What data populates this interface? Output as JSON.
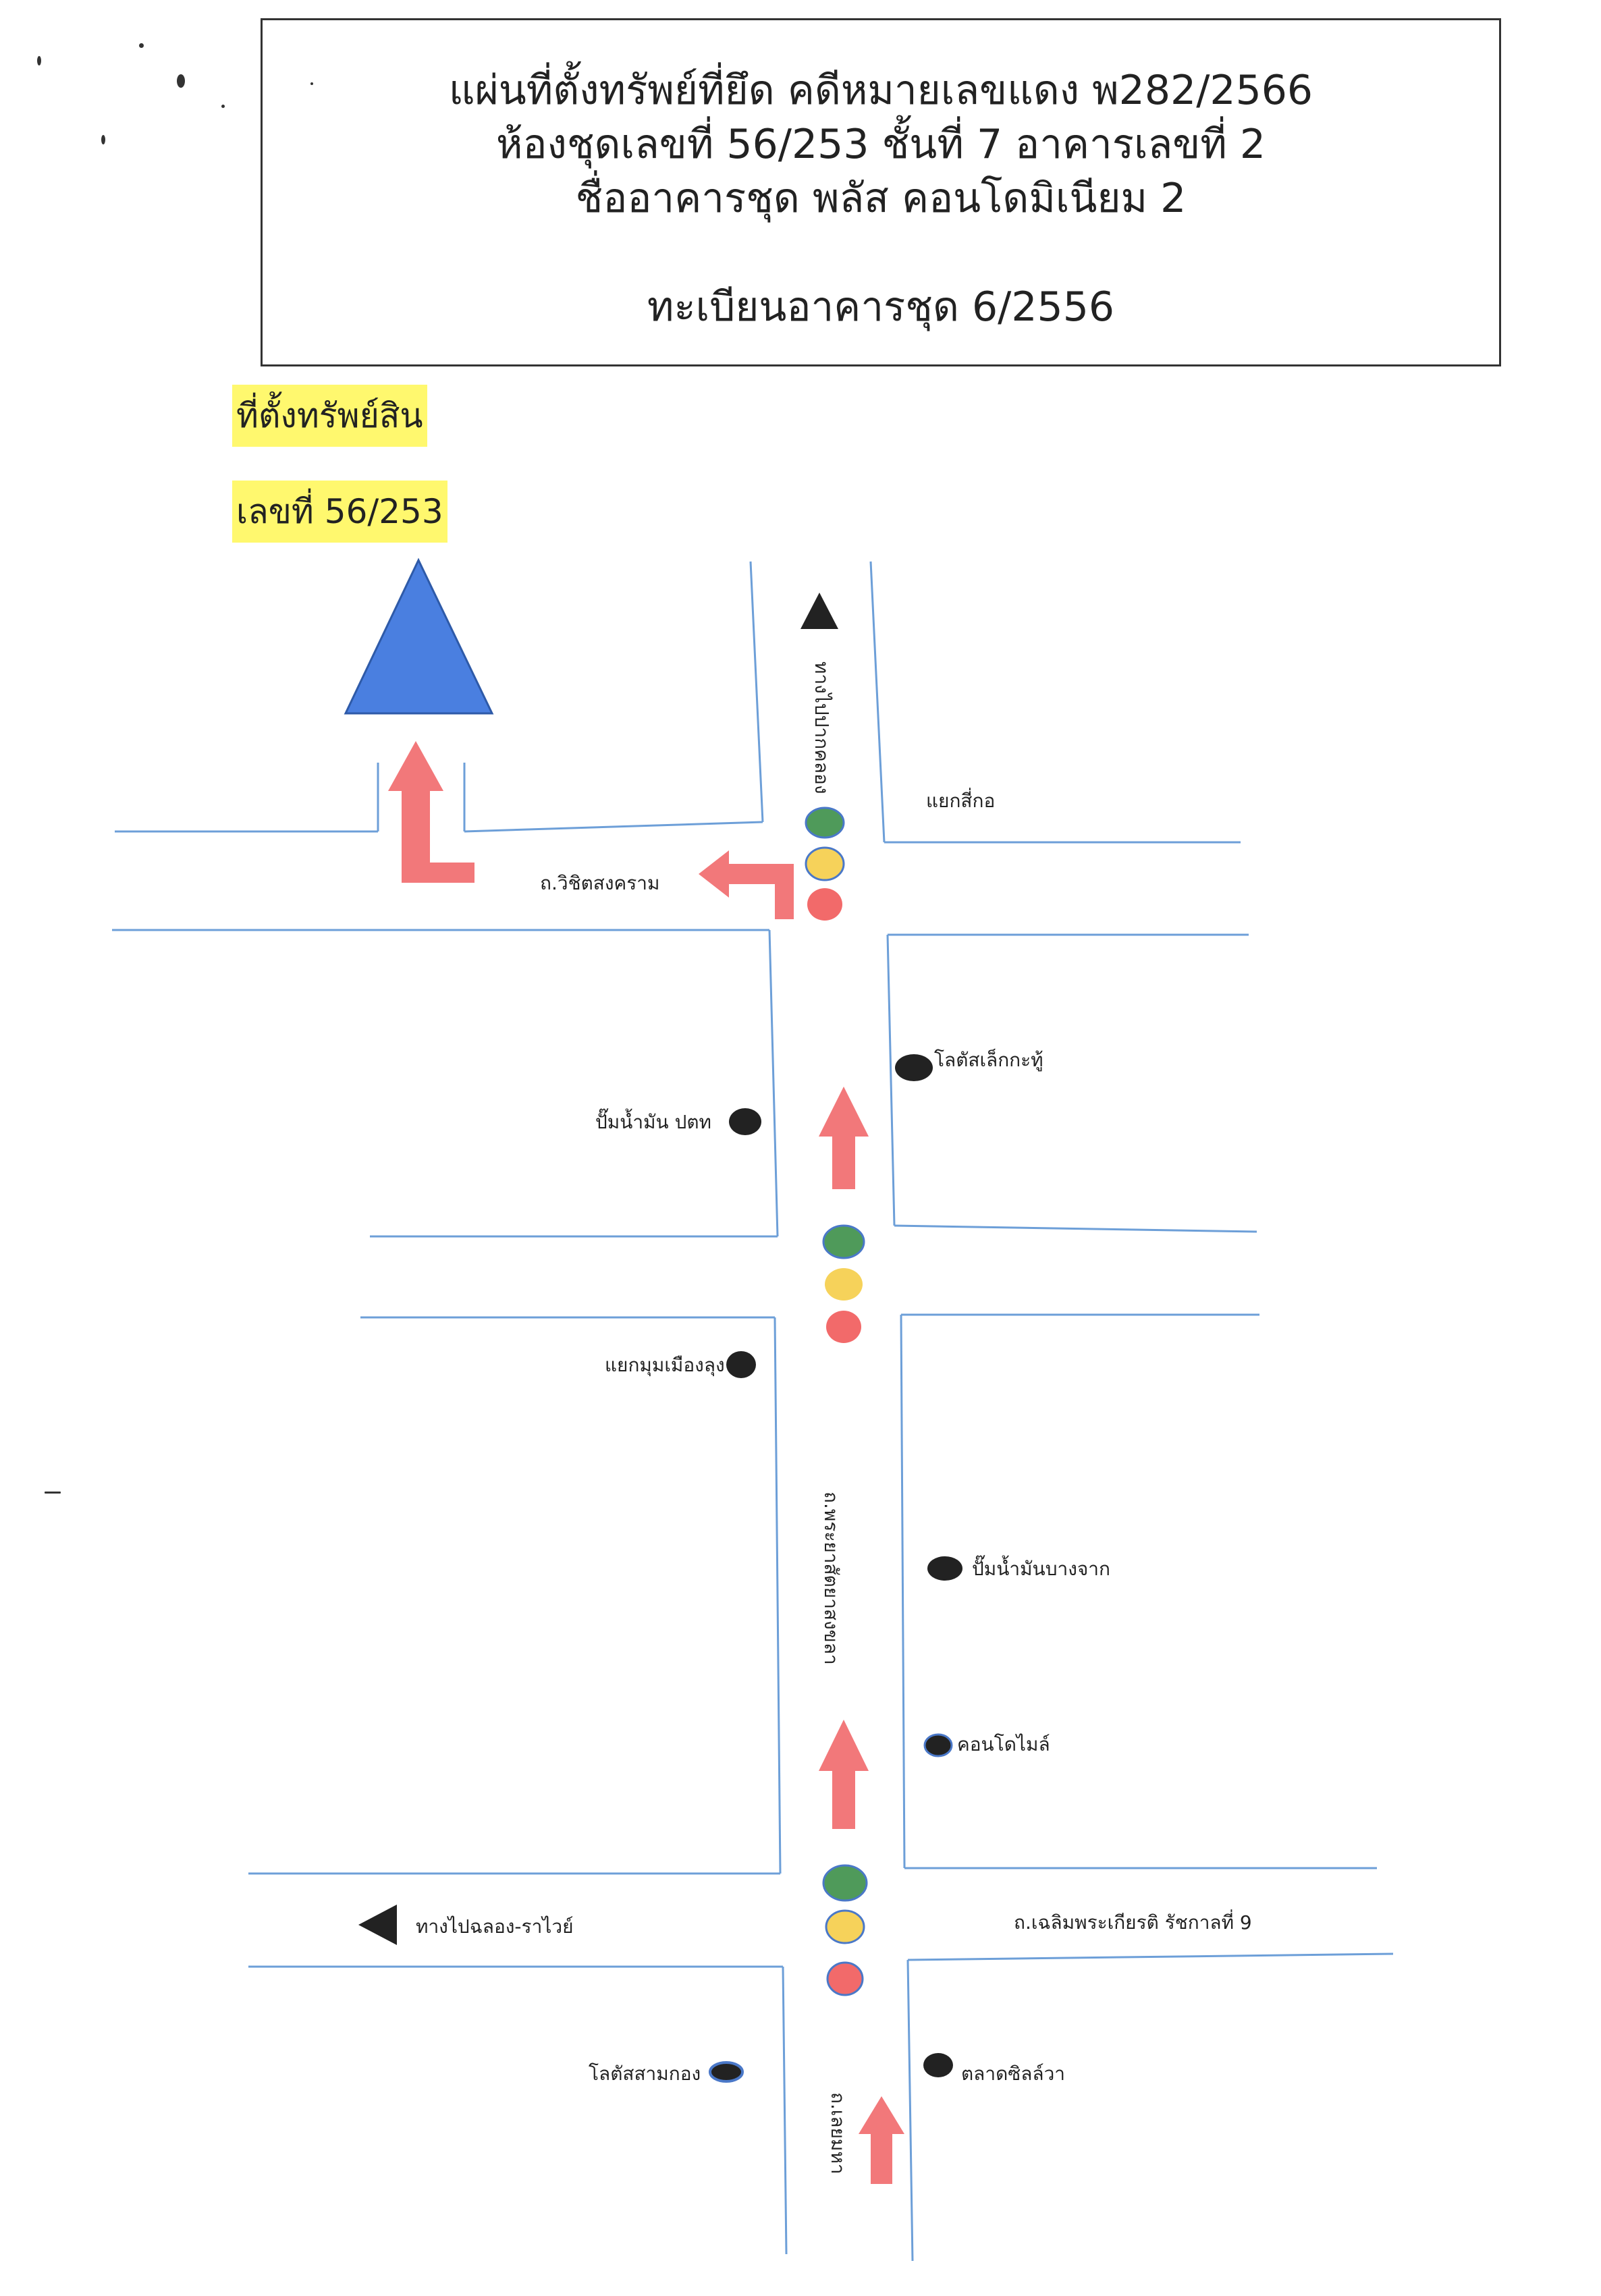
{
  "header": {
    "line1": "แผ่นที่ตั้งทรัพย์ที่ยึด คดีหมายเลขแดง พ282/2566",
    "line2": "ห้องชุดเลขที่ 56/253 ชั้นที่ 7 อาคารเลขที่ 2",
    "line3": "ชื่ออาคารชุด พลัส คอนโดมิเนียม 2",
    "line4": "ทะเบียนอาคารชุด 6/2556"
  },
  "property": {
    "label": "ที่ตั้งทรัพย์สิน",
    "number": "เลขที่ 56/253"
  },
  "roads": {
    "north": "ทางไปปากคลอง",
    "main": "ถ.พระยาสัตยาสงขลา",
    "bottom": "ถ.เลยมหา",
    "west_soi": "ถ.วิชิตสงคราม",
    "east_main": "ถ.เฉลิมพระเกียรติ รัชกาลที่ 9",
    "west_main": "ทางไปฉลอง-ราไวย์",
    "intersection_top": "แยกสี่กอ"
  },
  "landmarks": {
    "lotus_kathu": "โลตัสเล็กกะทู้",
    "ptt": "ปั๊มน้ำมัน ปตท",
    "muang_lung": "แยกมุมเมืองลุง",
    "bangchak": "ปั๊มน้ำมันบางจาก",
    "condo_mile": "คอนโดไมล์",
    "lotus_samkong": "โลตัสสามกอง",
    "silawa": "ตลาดซิลล์วา"
  },
  "colors": {
    "road_line": "#6d9fd8",
    "arrow": "#f2787a",
    "target": "#4a7fe0",
    "light_green": "#4f9a5a",
    "light_yellow": "#f6d25a",
    "light_red": "#f26a6a",
    "marker": "#222222",
    "highlight": "#fff86e"
  },
  "icons": [
    "property-triangle-icon",
    "route-arrow-icon",
    "traffic-light-icon",
    "landmark-dot-icon",
    "direction-triangle-icon"
  ]
}
